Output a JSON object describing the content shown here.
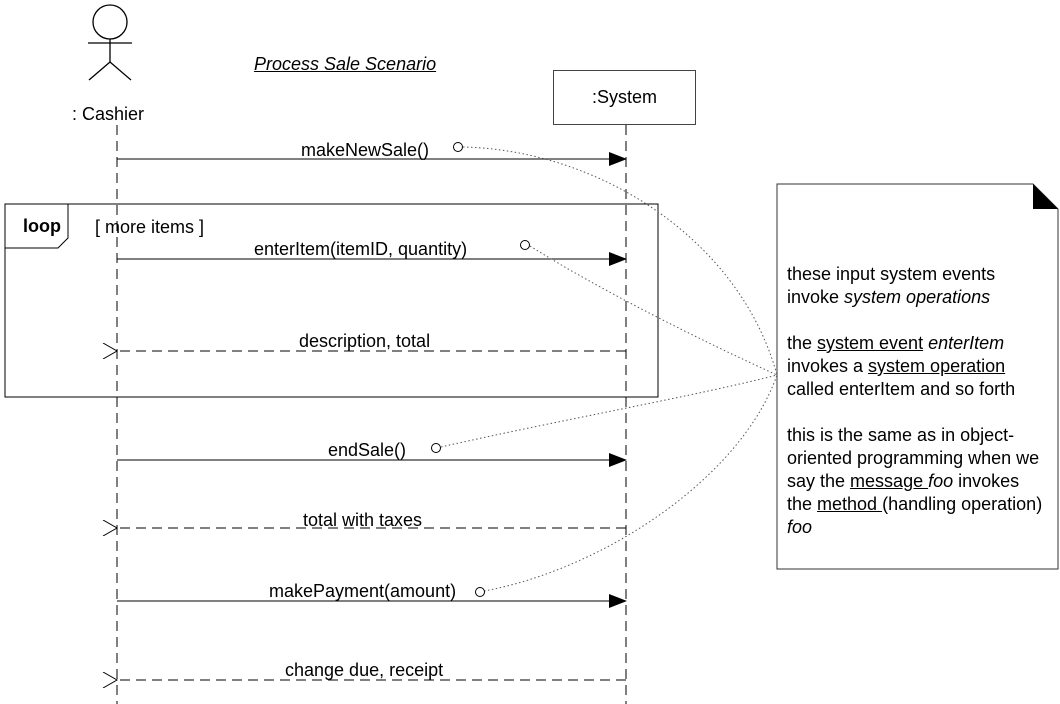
{
  "title": "Process Sale Scenario",
  "actor": {
    "name": ": Cashier"
  },
  "system": {
    "name": ":System"
  },
  "loop": {
    "keyword": "loop",
    "guard": "[ more items ]"
  },
  "messages": [
    {
      "label": "makeNewSale()",
      "type": "call"
    },
    {
      "label": "enterItem(itemID, quantity)",
      "type": "call"
    },
    {
      "label": "description, total",
      "type": "return"
    },
    {
      "label": "endSale()",
      "type": "call"
    },
    {
      "label": "total with taxes",
      "type": "return"
    },
    {
      "label": "makePayment(amount)",
      "type": "call"
    },
    {
      "label": "change due, receipt",
      "type": "return"
    }
  ],
  "note": {
    "p1": {
      "t1": "these input system events invoke ",
      "t2": "system operations"
    },
    "p2": {
      "t1": "the ",
      "t2": "system event",
      "t3": " ",
      "t4": "enterItem",
      "t5": " invokes a ",
      "t6": "system operation",
      "t7": " called enterItem and so forth"
    },
    "p3": {
      "t1": "this is the same as in object-oriented programming when we say the ",
      "t2": "message ",
      "t3": "foo",
      "t4": " invokes the ",
      "t5": "method ",
      "t6": "(handling operation) ",
      "t7": "foo"
    }
  }
}
